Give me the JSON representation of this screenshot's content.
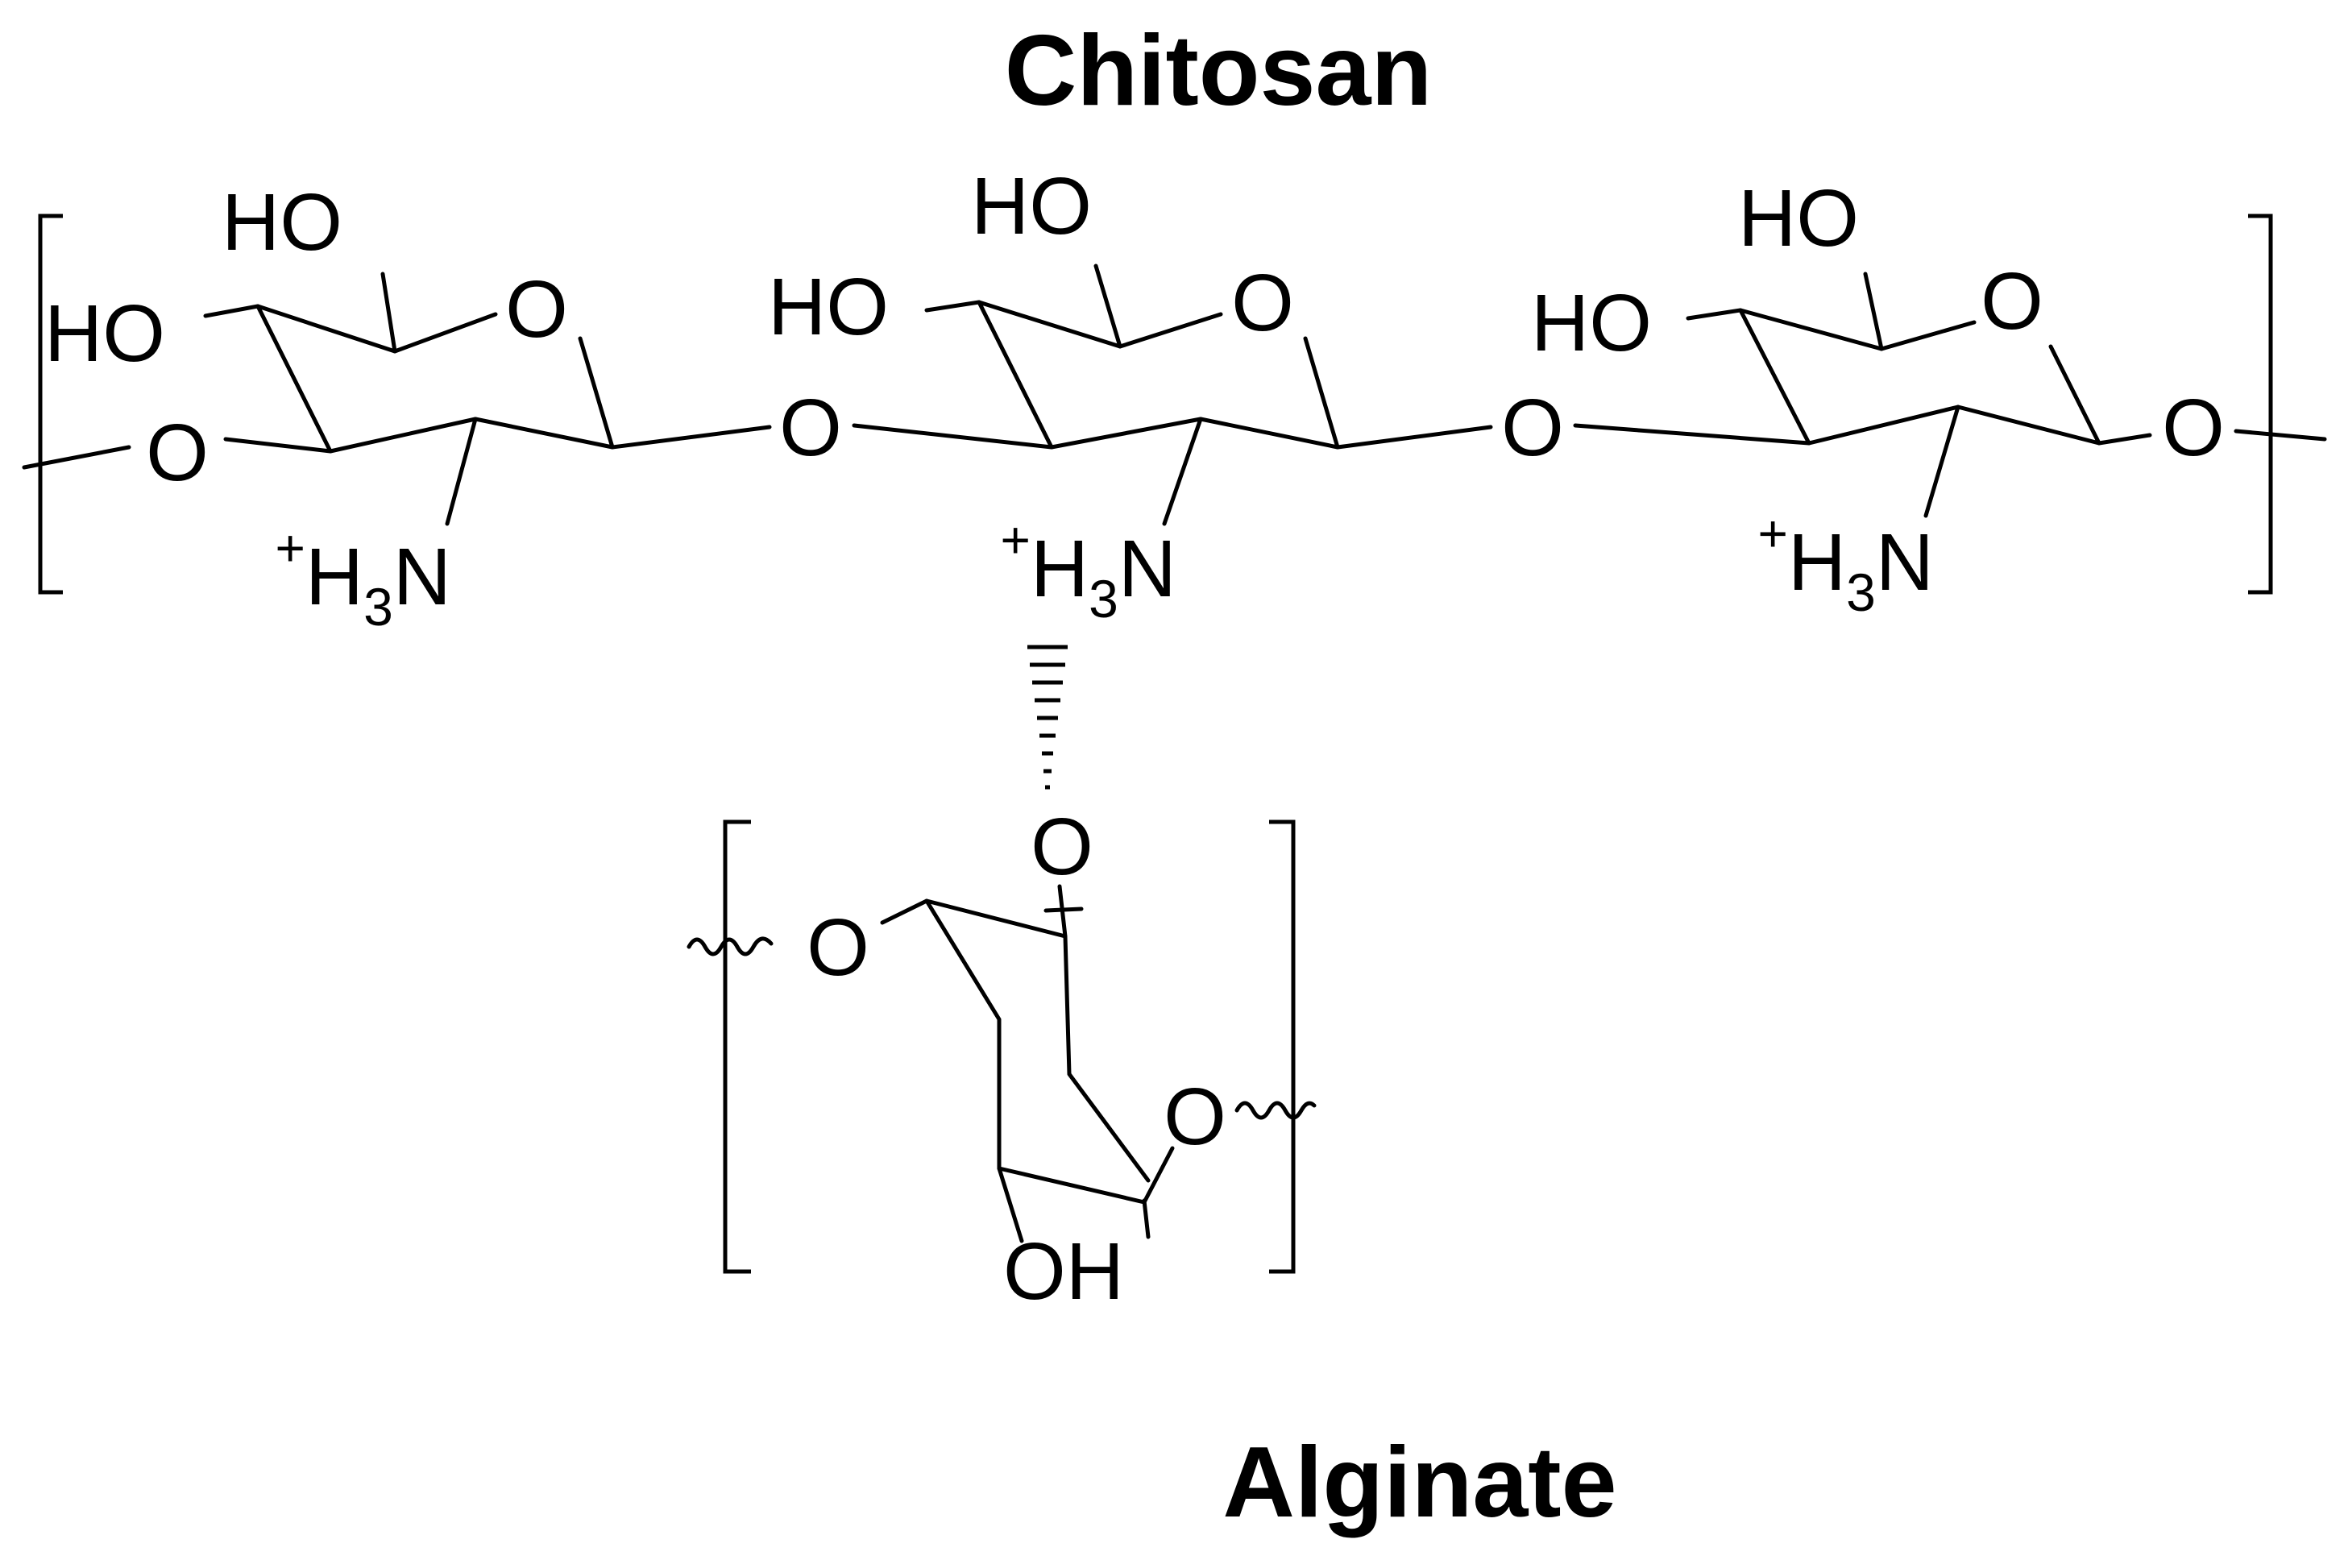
{
  "titles": {
    "top": "Chitosan",
    "bottom": "Alginate"
  },
  "labels": {
    "HO": "HO",
    "OH": "OH",
    "O": "O",
    "H": "H",
    "N": "N",
    "sub3": "3",
    "plus": "+"
  },
  "colors": {
    "ink": "#000000",
    "background": "#ffffff"
  }
}
